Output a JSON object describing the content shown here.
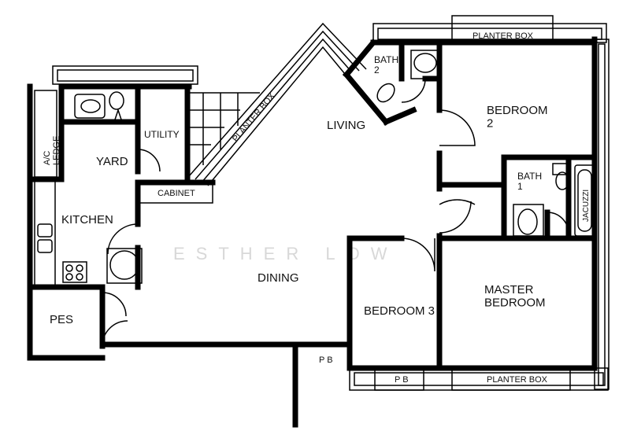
{
  "rooms": {
    "ac_ledge": "A/C\nLEDGE",
    "yard": "YARD",
    "utility": "UTILITY",
    "kitchen": "KITCHEN",
    "cabinet": "CABINET",
    "planter_box_diag": "PLANTER BOX",
    "living": "LIVING",
    "bath2": "BATH\n2",
    "bedroom2": "BEDROOM\n2",
    "bath1": "BATH\n1",
    "jacuzzi": "JACUZZI",
    "dining": "DINING",
    "master_bedroom": "MASTER\nBEDROOM",
    "bedroom3": "BEDROOM 3",
    "pes": "PES",
    "pb_mid": "P B",
    "pb_low": "P B",
    "planter_box_top": "PLANTER BOX",
    "planter_box_bottom": "PLANTER BOX"
  },
  "watermark": "ESTHER LOW"
}
